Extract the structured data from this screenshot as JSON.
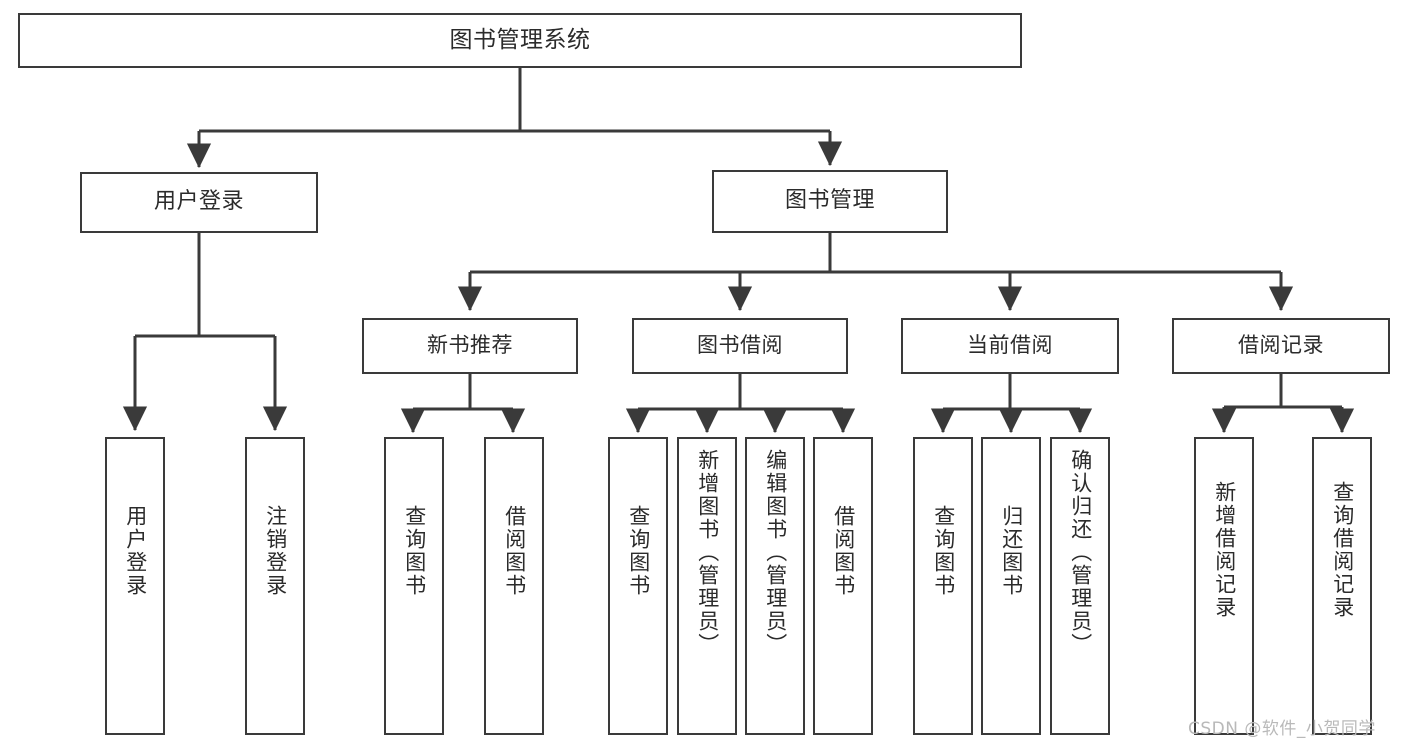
{
  "diagram": {
    "title": "图书管理系统",
    "type": "tree",
    "watermark": "CSDN @软件_小贺同学",
    "colors": {
      "border": "#3a3a3a",
      "text": "#2b2b2b",
      "background": "#ffffff",
      "edge": "#3a3a3a",
      "watermark": "#b9b9b9"
    },
    "nodes": {
      "root": {
        "label": "图书管理系统"
      },
      "user_login": {
        "label": "用户登录"
      },
      "book_manage": {
        "label": "图书管理"
      },
      "new_book_rec": {
        "label": "新书推荐"
      },
      "book_borrow": {
        "label": "图书借阅"
      },
      "current_borrow": {
        "label": "当前借阅"
      },
      "borrow_record": {
        "label": "借阅记录"
      },
      "leaf_user_login": {
        "label": "用户登录"
      },
      "leaf_logout": {
        "label": "注销登录"
      },
      "leaf_query_book_1": {
        "label": "查询图书"
      },
      "leaf_borrow_book_1": {
        "label": "借阅图书"
      },
      "leaf_query_book_2": {
        "label": "查询图书"
      },
      "leaf_add_book": {
        "label": "新增图书（管理员）"
      },
      "leaf_edit_book": {
        "label": "编辑图书（管理员）"
      },
      "leaf_borrow_book_2": {
        "label": "借阅图书"
      },
      "leaf_query_book_3": {
        "label": "查询图书"
      },
      "leaf_return_book": {
        "label": "归还图书"
      },
      "leaf_confirm_return": {
        "label": "确认归还（管理员）"
      },
      "leaf_add_record": {
        "label": "新增借阅记录"
      },
      "leaf_query_record": {
        "label": "查询借阅记录"
      }
    }
  },
  "chart_data": {
    "type": "tree",
    "title": "图书管理系统",
    "tree": {
      "name": "图书管理系统",
      "children": [
        {
          "name": "用户登录",
          "children": [
            {
              "name": "用户登录"
            },
            {
              "name": "注销登录"
            }
          ]
        },
        {
          "name": "图书管理",
          "children": [
            {
              "name": "新书推荐",
              "children": [
                {
                  "name": "查询图书"
                },
                {
                  "name": "借阅图书"
                }
              ]
            },
            {
              "name": "图书借阅",
              "children": [
                {
                  "name": "查询图书"
                },
                {
                  "name": "新增图书（管理员）"
                },
                {
                  "name": "编辑图书（管理员）"
                },
                {
                  "name": "借阅图书"
                }
              ]
            },
            {
              "name": "当前借阅",
              "children": [
                {
                  "name": "查询图书"
                },
                {
                  "name": "归还图书"
                },
                {
                  "name": "确认归还（管理员）"
                }
              ]
            },
            {
              "name": "借阅记录",
              "children": [
                {
                  "name": "新增借阅记录"
                },
                {
                  "name": "查询借阅记录"
                }
              ]
            }
          ]
        }
      ]
    }
  }
}
